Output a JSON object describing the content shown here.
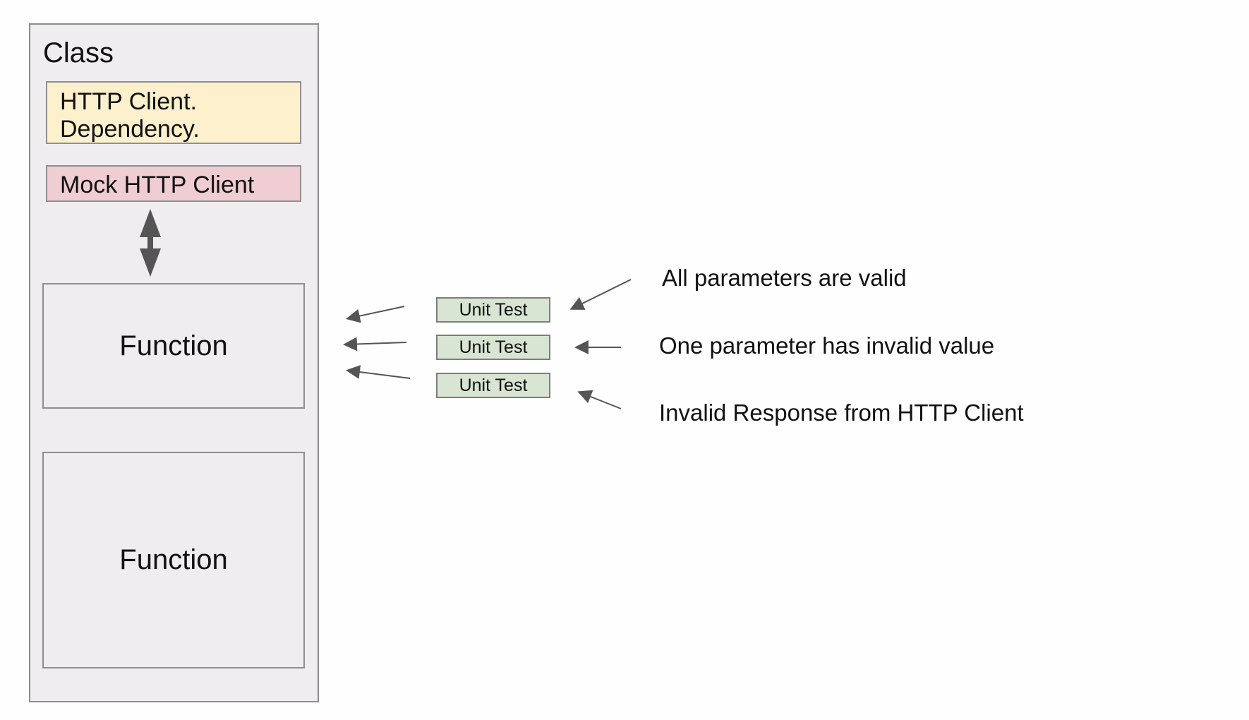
{
  "class_box": {
    "title": "Class",
    "dependency": {
      "line1": "HTTP Client.",
      "line2": "Dependency."
    },
    "mock": "Mock HTTP Client",
    "functions": [
      "Function",
      "Function"
    ]
  },
  "unit_tests": [
    "Unit Test",
    "Unit Test",
    "Unit Test"
  ],
  "annotations": [
    "All parameters are valid",
    "One parameter has invalid value",
    "Invalid Response from HTTP Client"
  ],
  "colors": {
    "class_bg": "#efedf0",
    "dependency_bg": "#fdf1cd",
    "mock_bg": "#f0cdd3",
    "unit_test_bg": "#d7e5d2",
    "arrow": "#555555"
  }
}
